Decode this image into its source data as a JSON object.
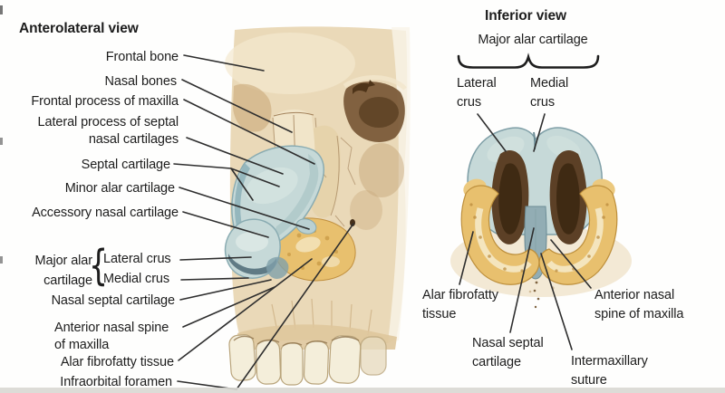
{
  "panels": {
    "anterolateral": {
      "title": "Anterolateral view",
      "labels": {
        "frontal_bone": "Frontal bone",
        "nasal_bones": "Nasal bones",
        "frontal_process": "Frontal process of maxilla",
        "lateral_process": "Lateral process of septal nasal cartilages",
        "septal_cartilage": "Septal cartilage",
        "minor_alar": "Minor alar cartilage",
        "accessory_nasal": "Accessory nasal cartilage",
        "major_alar_group": "Major alar cartilage",
        "major_alar_brace": "{",
        "lateral_crus": "Lateral crus",
        "medial_crus": "Medial crus",
        "nasal_septal": "Nasal septal cartilage",
        "ant_nasal_spine": "Anterior nasal spine of maxilla",
        "alar_fibrofatty": "Alar fibrofatty tissue",
        "infraorbital": "Infraorbital foramen"
      }
    },
    "inferior": {
      "title": "Inferior view",
      "group_label": "Major alar cartilage",
      "labels": {
        "lateral_crus": "Lateral crus",
        "medial_crus": "Medial crus",
        "alar_fibrofatty": "Alar fibrofatty tissue",
        "ant_nasal_spine": "Anterior nasal spine of maxilla",
        "nasal_septal": "Nasal septal cartilage",
        "intermaxillary": "Intermaxillary suture"
      }
    }
  },
  "colors": {
    "background": "#fefefd",
    "label_text": "#1d1d1d",
    "leader_line": "#2e2e2e",
    "bone": "#ead9b8",
    "bone_shadow": "#c9a878",
    "socket_brown": "#7b5b39",
    "cartilage_blue": "#c6d9d8",
    "cartilage_edge": "#8aacb2",
    "fatty_yellow": "#e8c06e",
    "fatty_edge": "#bd8f3c",
    "nostril_brown": "#5c4026",
    "teeth": "#f4eeda"
  }
}
